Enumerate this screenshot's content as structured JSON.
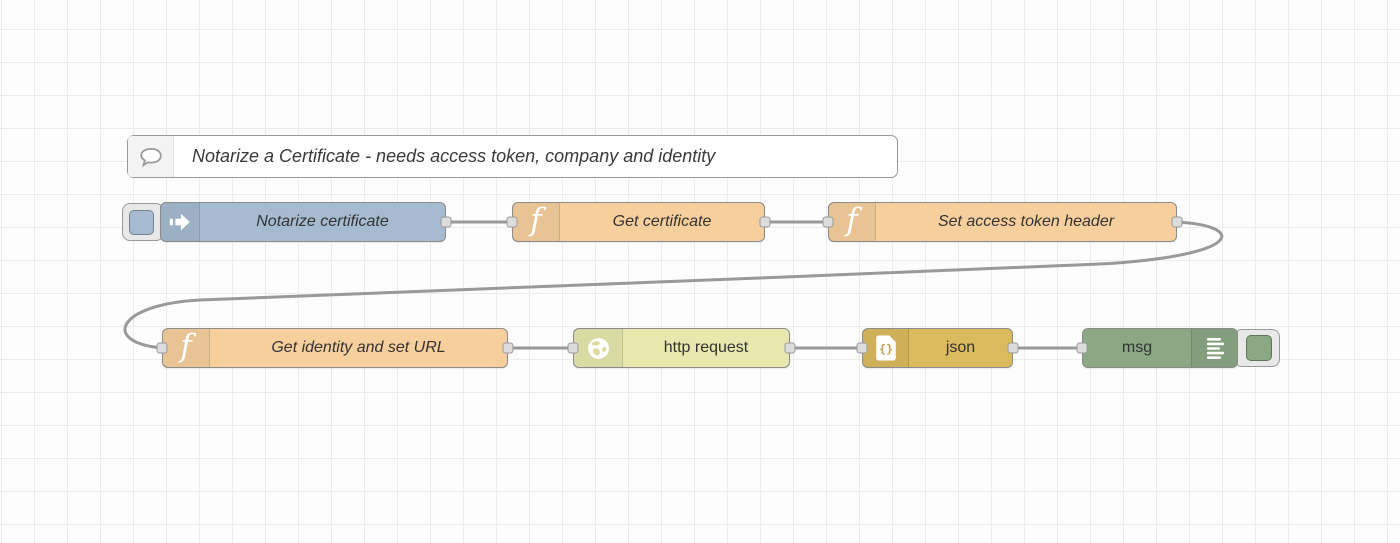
{
  "app": "node-red-flow-editor",
  "comment": {
    "label": "Notarize a Certificate - needs access token, company and identity",
    "icon": "speech-bubble-icon"
  },
  "nodes": [
    {
      "type": "inject",
      "label": "Notarize certificate",
      "color": "#a6bbcf",
      "icon": "inject-arrow-icon",
      "has_button": true
    },
    {
      "type": "function",
      "label": "Get certificate",
      "color": "#f6cf9d",
      "icon": "function-f-icon"
    },
    {
      "type": "function",
      "label": "Set access token header",
      "color": "#f6cf9d",
      "icon": "function-f-icon"
    },
    {
      "type": "function",
      "label": "Get identity and set URL",
      "color": "#f6cf9d",
      "icon": "function-f-icon"
    },
    {
      "type": "http request",
      "label": "http request",
      "color": "#e7e7ae",
      "icon": "globe-icon"
    },
    {
      "type": "json",
      "label": "json",
      "color": "#dcba5e",
      "icon": "json-file-icon"
    },
    {
      "type": "debug",
      "label": "msg",
      "color": "#8ba884",
      "icon": "debug-output-icon",
      "has_button": true
    }
  ],
  "connections": [
    {
      "from": "Notarize certificate",
      "to": "Get certificate"
    },
    {
      "from": "Get certificate",
      "to": "Set access token header"
    },
    {
      "from": "Set access token header",
      "to": "Get identity and set URL"
    },
    {
      "from": "Get identity and set URL",
      "to": "http request"
    },
    {
      "from": "http request",
      "to": "json"
    },
    {
      "from": "json",
      "to": "msg"
    }
  ],
  "colors": {
    "wire": "#999999",
    "node_border": "#8c8c8c",
    "port_fill": "#dcdcdc",
    "canvas_bg": "#fdfdfd",
    "grid_line": "#ececec",
    "label_text": "#333333"
  }
}
